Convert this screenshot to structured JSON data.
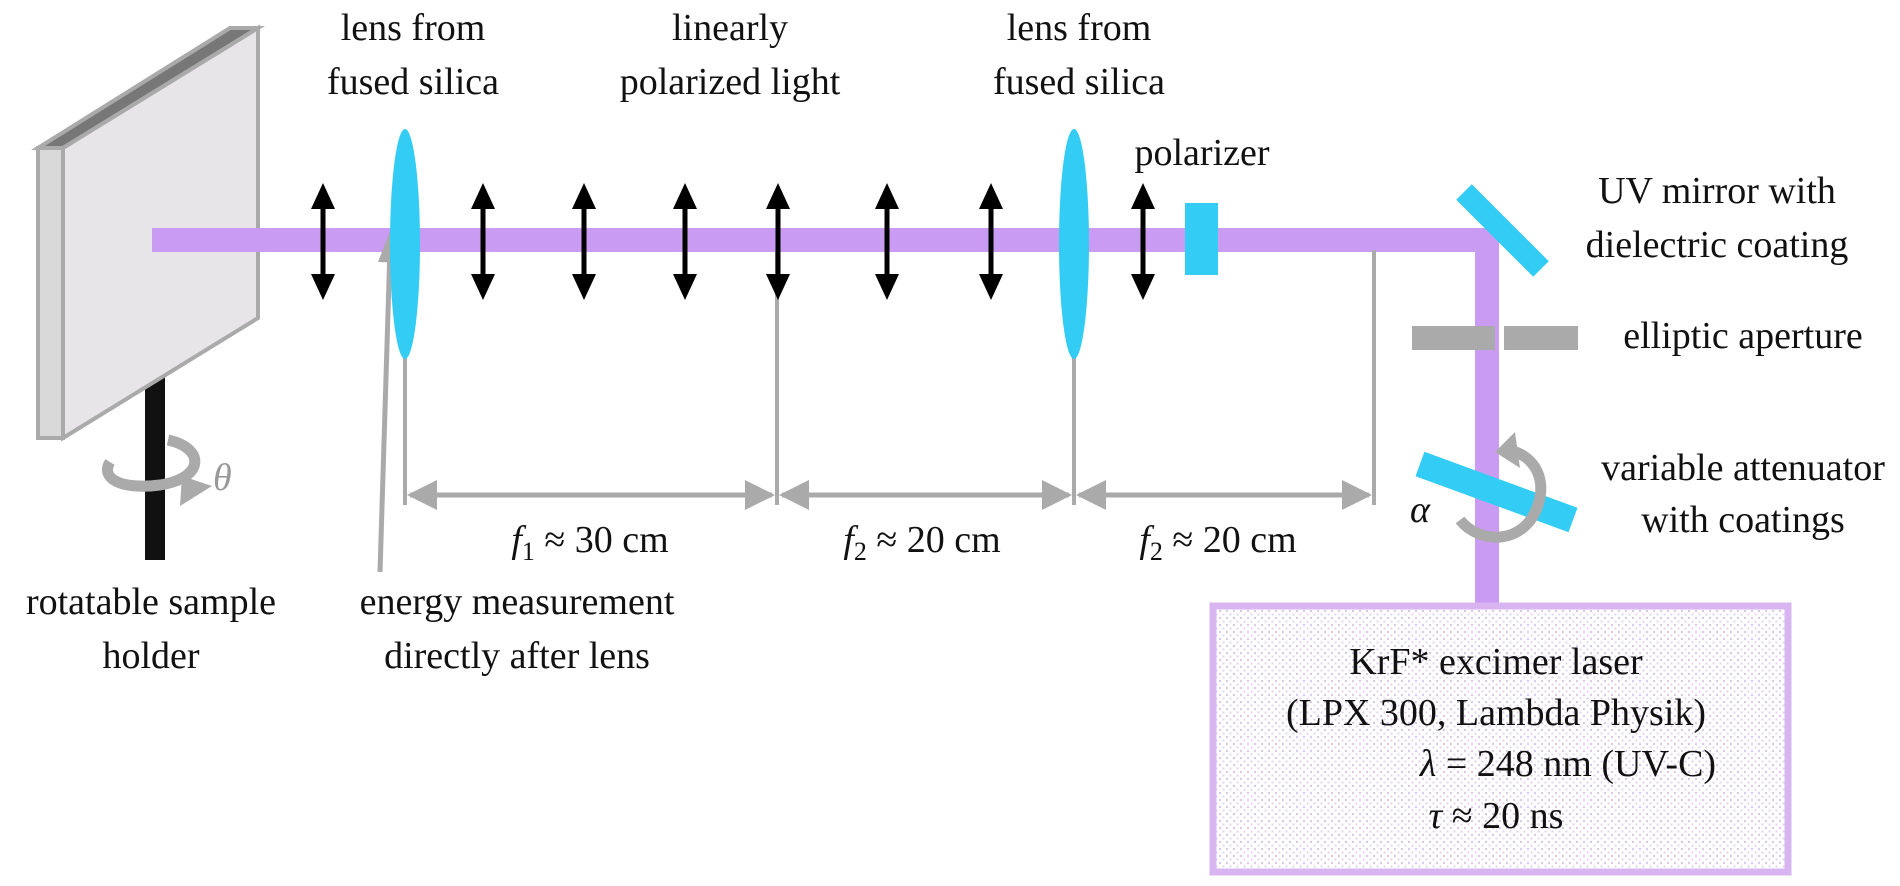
{
  "colors": {
    "beam": "#c99bf2",
    "optic": "#33ccf5",
    "mechanics": "#aaaaaa",
    "polarization_arrow": "#000000",
    "laser_box_border": "#d8b4f0",
    "text": "#111111"
  },
  "labels": {
    "lens1": [
      "lens from",
      "fused silica"
    ],
    "polarized_light": [
      "linearly",
      "polarized light"
    ],
    "lens2": [
      "lens from",
      "fused silica"
    ],
    "polarizer": "polarizer",
    "uv_mirror": [
      "UV mirror with",
      "dielectric coating"
    ],
    "aperture": "elliptic aperture",
    "attenuator": [
      "variable attenuator",
      "with coatings"
    ],
    "sample_holder": [
      "rotatable sample",
      "holder"
    ],
    "energy_measurement": [
      "energy measurement",
      "directly after lens"
    ],
    "theta": "θ",
    "alpha": "α"
  },
  "distances": [
    {
      "symbol": "f",
      "sub": "1",
      "text": " ≈ 30 cm"
    },
    {
      "symbol": "f",
      "sub": "2",
      "text": " ≈ 20 cm"
    },
    {
      "symbol": "f",
      "sub": "2",
      "text": " ≈ 20 cm"
    }
  ],
  "laser": {
    "line1": "KrF* excimer laser",
    "line2": "(LPX 300, Lambda Physik)",
    "lambda_symbol": "λ",
    "lambda_text": " = 248 nm (UV-C)",
    "tau_symbol": "τ",
    "tau_text": " ≈ 20 ns"
  }
}
